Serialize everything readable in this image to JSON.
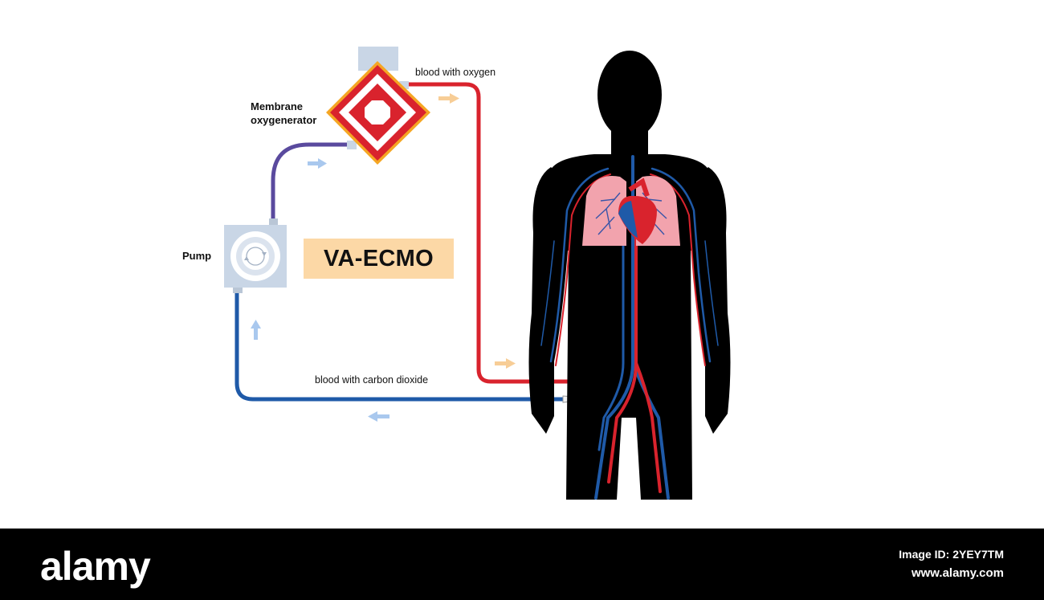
{
  "labels": {
    "membrane_line1": "Membrane",
    "membrane_line2": "oxygenerator",
    "pump": "Pump",
    "blood_oxygen": "blood with oxygen",
    "blood_co2": "blood with carbon dioxide",
    "badge": "VA-ECMO"
  },
  "footer": {
    "brand": "alamy",
    "image_id": "Image ID: 2YEY7TM",
    "site": "www.alamy.com"
  },
  "colors": {
    "oxygenated": "#d9232d",
    "deoxygenated": "#1f5aa8",
    "pump_to_oxygenator": "#5a4a9e",
    "silhouette": "#000000",
    "badge": "#fcd8a6",
    "lungs": "#f2a3ad",
    "flow_arrow_blue": "#a9c8ee",
    "flow_arrow_orange": "#f7cd96"
  },
  "icons": [
    "pump-icon",
    "oxygenator-icon",
    "flow-arrow-icon",
    "heart-icon",
    "lungs-icon",
    "cannula-icon",
    "human-silhouette"
  ]
}
